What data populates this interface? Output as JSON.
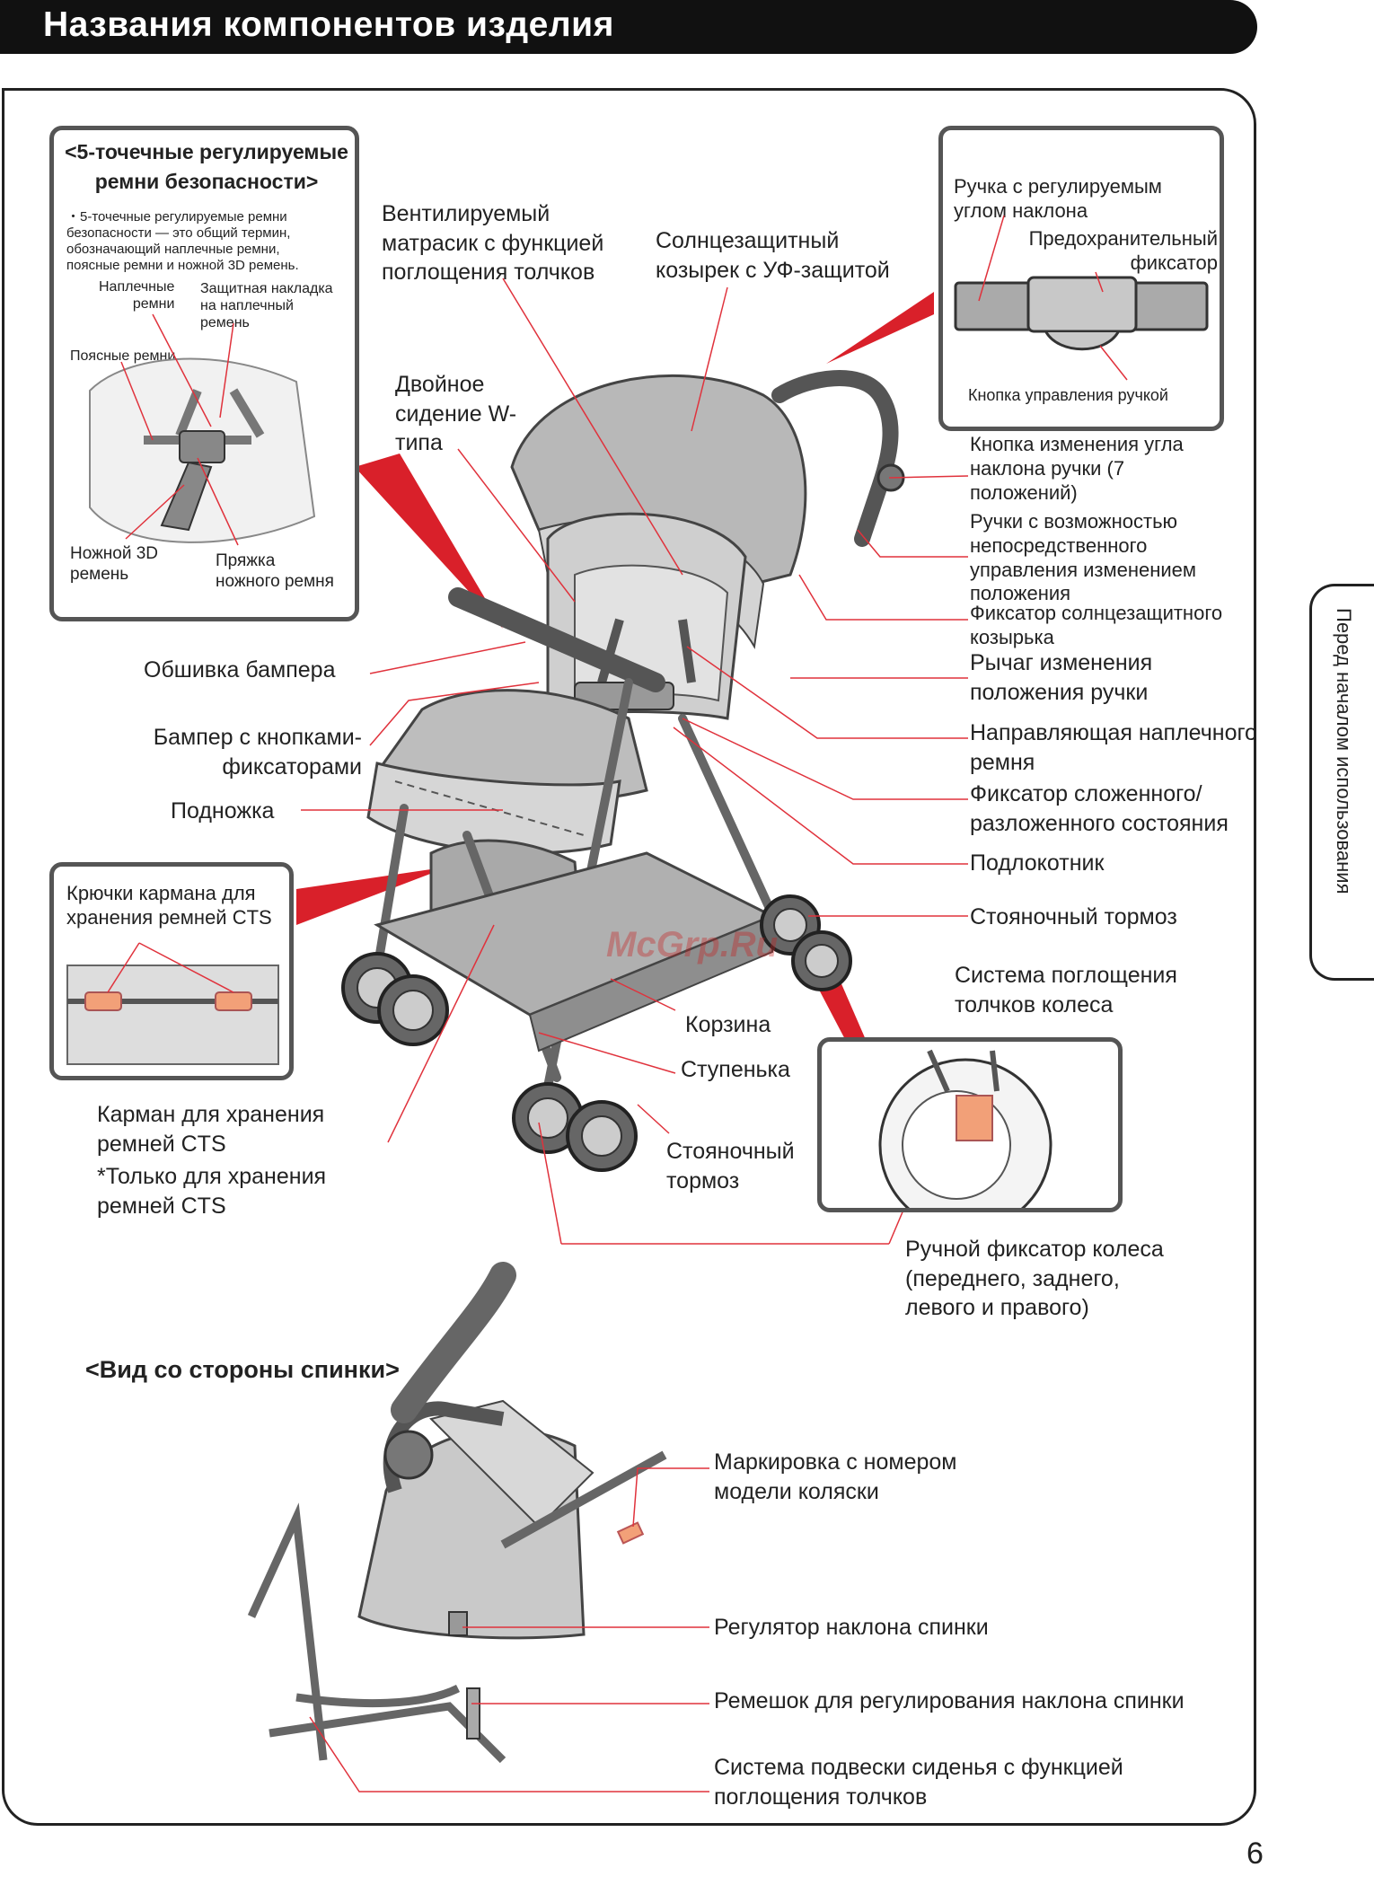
{
  "header": {
    "title": "Названия компонентов изделия"
  },
  "side_tab": {
    "label": "Перед началом использования"
  },
  "harness_inset": {
    "title": "<5-точечные регулируемые\nремни безопасности>",
    "note": "・5-точечные регулируемые ремни\n  безопасности — это общий термин,\n  обозначающий наплечные ремни,\n  поясные ремни и ножной 3D ремень.",
    "shoulder_straps": "Наплечные\nремни",
    "shoulder_pad": "Защитная накладка\nна наплечный\nремень",
    "waist_straps": "Поясные ремни",
    "leg_strap": "Ножной 3D\nремень",
    "buckle": "Пряжка\nножного ремня"
  },
  "handle_inset": {
    "handle": "Ручка с регулируемым\nуглом наклона",
    "safety_lock": "Предохранительный\nфиксатор",
    "handle_button": "Кнопка управления ручкой"
  },
  "pocket_inset": {
    "title": "Крючки кармана для\nхранения ремней CTS"
  },
  "wheel_inset": {
    "title": "Система поглощения\nтолчков колеса"
  },
  "labels": {
    "mattress": "Вентилируемый\nматрасик с функцией\nпоглощения толчков",
    "canopy": "Солнцезащитный\nкозырек с УФ-защитой",
    "seat": "Двойное\nсидение W-\nтипа",
    "handle_angle_button": "Кнопка изменения угла\nнаклона ручки (7\nположений)",
    "direct_handles": "Ручки с возможностью\nнепосредственного\nуправления изменением\nположения",
    "canopy_lock": "Фиксатор солнцезащитного\nкозырька",
    "handle_lever": "Рычаг изменения\nположения ручки",
    "shoulder_guide": "Направляющая наплечного\nремня",
    "fold_lock": "Фиксатор сложенного/\nразложенного состояния",
    "armrest": "Подлокотник",
    "parking_brake_right": "Стояночный тормоз",
    "bumper_cover": "Обшивка бампера",
    "bumper": "Бампер с кнопками-\nфиксаторами",
    "footrest": "Подножка",
    "basket": "Корзина",
    "step": "Ступенька",
    "parking_brake_left": "Стояночный\nтормоз",
    "cts_pocket": "Карман для хранения\nремней CTS",
    "cts_note": "*Только для хранения\n  ремней CTS",
    "wheel_lock": "Ручной фиксатор колеса\n(переднего, заднего,\nлевого и правого)"
  },
  "back_view": {
    "title": "<Вид со стороны спинки>",
    "model_mark": "Маркировка с номером\nмодели коляски",
    "recline_adjuster": "Регулятор наклона спинки",
    "recline_strap": "Ремешок для регулирования наклона спинки",
    "suspension": "Система подвески сиденья с функцией\nпоглощения толчков"
  },
  "watermark": "McGrp.Ru",
  "page_number": "6",
  "colors": {
    "accent_red": "#d9202a",
    "leader": "#e0323c",
    "gray_fill": "#c8c8c8",
    "orange": "#f2a078"
  }
}
